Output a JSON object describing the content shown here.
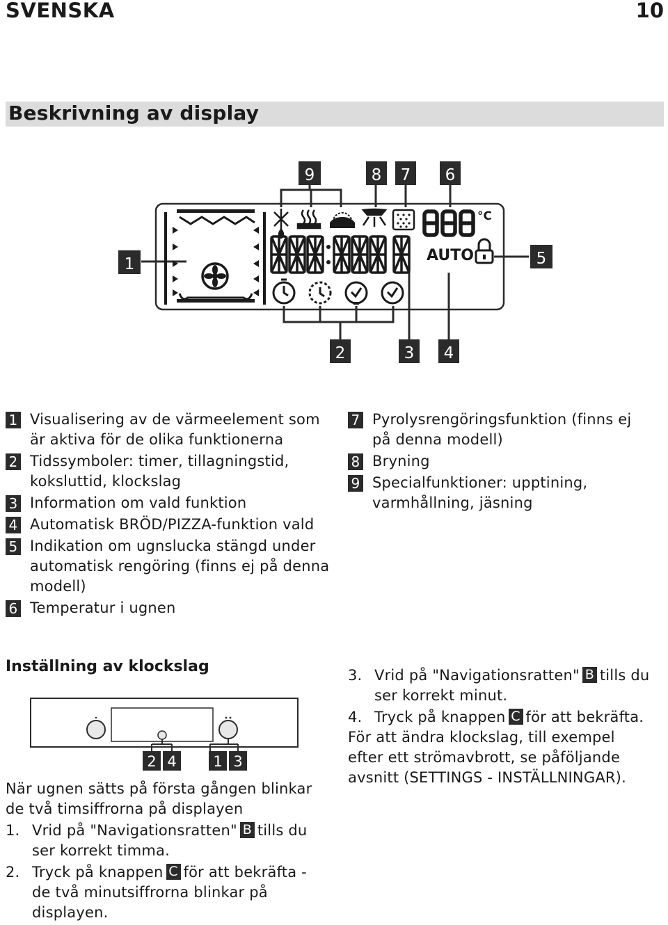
{
  "header": {
    "language": "SVENSKA",
    "page_number": "10"
  },
  "section": {
    "title": "Beskrivning av display"
  },
  "display": {
    "callouts": [
      "9",
      "8",
      "7",
      "6",
      "1",
      "5",
      "2",
      "3",
      "4"
    ],
    "auto_text": "AUTO",
    "temp_unit": "°C"
  },
  "legend_left": [
    {
      "num": "1",
      "text": "Visualisering av de värmeelement som är aktiva för de olika funktionerna"
    },
    {
      "num": "2",
      "text": "Tidssymboler: timer, tillagningstid, koksluttid, klockslag"
    },
    {
      "num": "3",
      "text": "Information om vald funktion"
    },
    {
      "num": "4",
      "text": "Automatisk BRÖD/PIZZA-funktion vald"
    },
    {
      "num": "5",
      "text": "Indikation om ugnslucka stängd under automatisk rengöring (finns ej på denna modell)"
    },
    {
      "num": "6",
      "text": "Temperatur i ugnen"
    }
  ],
  "legend_right": [
    {
      "num": "7",
      "text": "Pyrolysrengöringsfunktion (finns ej på denna modell)"
    },
    {
      "num": "8",
      "text": "Bryning"
    },
    {
      "num": "9",
      "text": "Specialfunktioner: upptining, varmhållning, jäsning"
    }
  ],
  "clock": {
    "title": "Inställning av klockslag",
    "panel_labels": [
      "2",
      "4",
      "1",
      "3"
    ],
    "intro": "När ugnen sätts på första gången blinkar de två timsiffrorna på displayen",
    "steps": [
      {
        "num": "1.",
        "before": "Vrid på \"Navigationsratten\"",
        "key": "B",
        "after": "tills du ser korrekt timma."
      },
      {
        "num": "2.",
        "before": "Tryck på knappen",
        "key": "C",
        "after": "för att bekräfta - de två minutsiffrorna blinkar på displayen."
      },
      {
        "num": "3.",
        "before": "Vrid på \"Navigationsratten\"",
        "key": "B",
        "after": "tills du ser korrekt minut."
      },
      {
        "num": "4.",
        "before": "Tryck på knappen",
        "key": "C",
        "after": "för att bekräfta."
      }
    ],
    "footer": "För att ändra klockslag, till exempel efter ett strömavbrott, se påföljande avsnitt (SETTINGS - INSTÄLLNINGAR)."
  }
}
